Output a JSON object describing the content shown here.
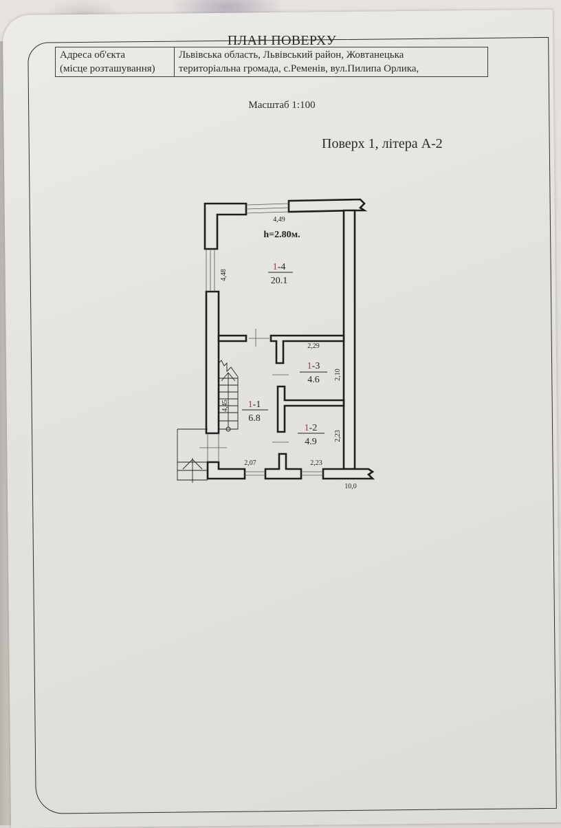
{
  "document": {
    "title": "ПЛАН ПОВЕРХУ",
    "address_label_line1": "Адреса об'єкта",
    "address_label_line2": "(місце розташування)",
    "address_value_line1": "Львівська область, Львівський район, Жовтанецька",
    "address_value_line2": "територіальна громада, с.Ременів, вул.Пилипа Орлика,",
    "scale": "Масштаб 1:100",
    "floor_title": "Поверх 1, літера А-2"
  },
  "plan": {
    "ceiling_height": "h=2.80м.",
    "rooms": [
      {
        "id": "1-4",
        "area": "20.1"
      },
      {
        "id": "1-3",
        "area": "4.6"
      },
      {
        "id": "1-1",
        "area": "6.8"
      },
      {
        "id": "1-2",
        "area": "4.9"
      }
    ],
    "dimensions": {
      "top_width": "4,49",
      "left_height": "4,48",
      "room13_width": "2,29",
      "room13_height": "2,10",
      "stair_length": "4,45",
      "room12_height": "2,23",
      "bottom_left_width": "2,07",
      "bottom_right_width": "2,23",
      "total_length": "10,0"
    },
    "colors": {
      "wall": "#1e1e1e",
      "room_number_accent": "#9b3a4a",
      "paper": "#e6e5e1"
    }
  }
}
